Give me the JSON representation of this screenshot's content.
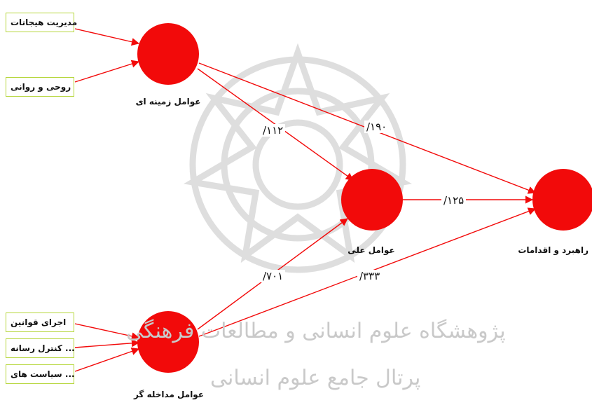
{
  "diagram": {
    "indicators": [
      {
        "id": "ind-1",
        "text": "مدیریت هیجانات"
      },
      {
        "id": "ind-2",
        "text": "روحی و روانی"
      },
      {
        "id": "ind-3",
        "text": "اجرای قوانین"
      },
      {
        "id": "ind-4",
        "text": "... کنترل رسانه"
      },
      {
        "id": "ind-5",
        "text": "... سیاست های"
      }
    ],
    "constructs": [
      {
        "id": "c-context",
        "label": "عوامل زمینه ای"
      },
      {
        "id": "c-causal",
        "label": "عوامل علی"
      },
      {
        "id": "c-strategy",
        "label": "راهبرد و اقدامات"
      },
      {
        "id": "c-intervening",
        "label": "عوامل مداخله گر"
      }
    ],
    "paths": [
      {
        "id": "p1",
        "label": "/۱۱۲"
      },
      {
        "id": "p2",
        "label": "/۱۹۰"
      },
      {
        "id": "p3",
        "label": "/۱۲۵"
      },
      {
        "id": "p4",
        "label": "/۷۰۱"
      },
      {
        "id": "p5",
        "label": "/۳۳۳"
      }
    ],
    "colors": {
      "node": "#f20a0a",
      "edge": "#f20a0a",
      "indicator_border": "#b5d63a",
      "watermark": "#c9c9c9"
    }
  },
  "watermark": {
    "line1": "پژوهشگاه علوم انسانی و مطالعات فرهنگی",
    "line2": "پرتال جامع علوم انسانی"
  }
}
